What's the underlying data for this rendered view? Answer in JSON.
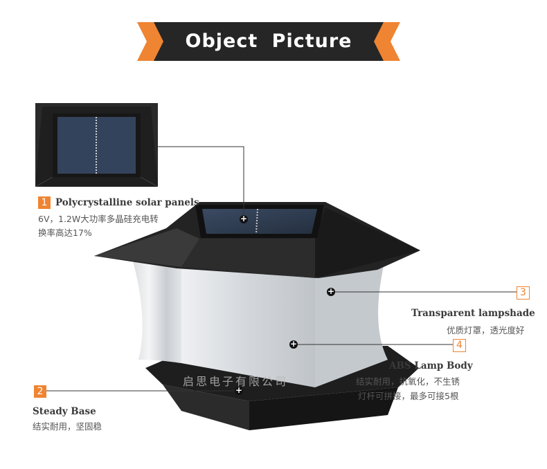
{
  "header": {
    "title": "Object  Picture"
  },
  "image": {
    "watermark": "启思电子有限公司"
  },
  "colors": {
    "accent": "#ef8432",
    "banner_dark": "#2a2a2a"
  },
  "features": [
    {
      "number": "1",
      "title": "Polycrystalline solar panels",
      "desc_line1": "6V，1.2W大功率多晶硅充电转",
      "desc_line2": "换率高达17%"
    },
    {
      "number": "2",
      "title": "Steady Base",
      "desc_line1": "结实耐用，坚固稳"
    },
    {
      "number": "3",
      "title": "Transparent lampshade",
      "desc_line1": "优质灯罩，透光度好"
    },
    {
      "number": "4",
      "title": "ABS Lamp Body",
      "desc_line1": "结实耐用，抗氧化，不生锈",
      "desc_line2": "灯杆可拼接，最多可接5根"
    }
  ]
}
